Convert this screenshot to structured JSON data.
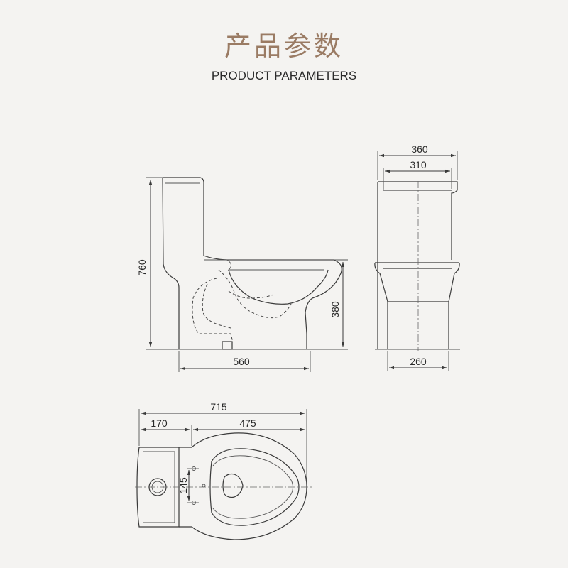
{
  "header": {
    "title_cn": "产品参数",
    "title_en": "PRODUCT PARAMETERS"
  },
  "dimensions": {
    "side_height": "760",
    "side_seat_height": "380",
    "side_depth": "560",
    "front_top_width": "360",
    "front_inner_width": "310",
    "front_base_width": "260",
    "top_total_length": "715",
    "top_tank_depth": "170",
    "top_bowl_length": "475",
    "top_mount_spacing": "145"
  },
  "colors": {
    "background": "#f4f3f1",
    "title_cn": "#9a7b64",
    "line": "#3a3a3a"
  }
}
